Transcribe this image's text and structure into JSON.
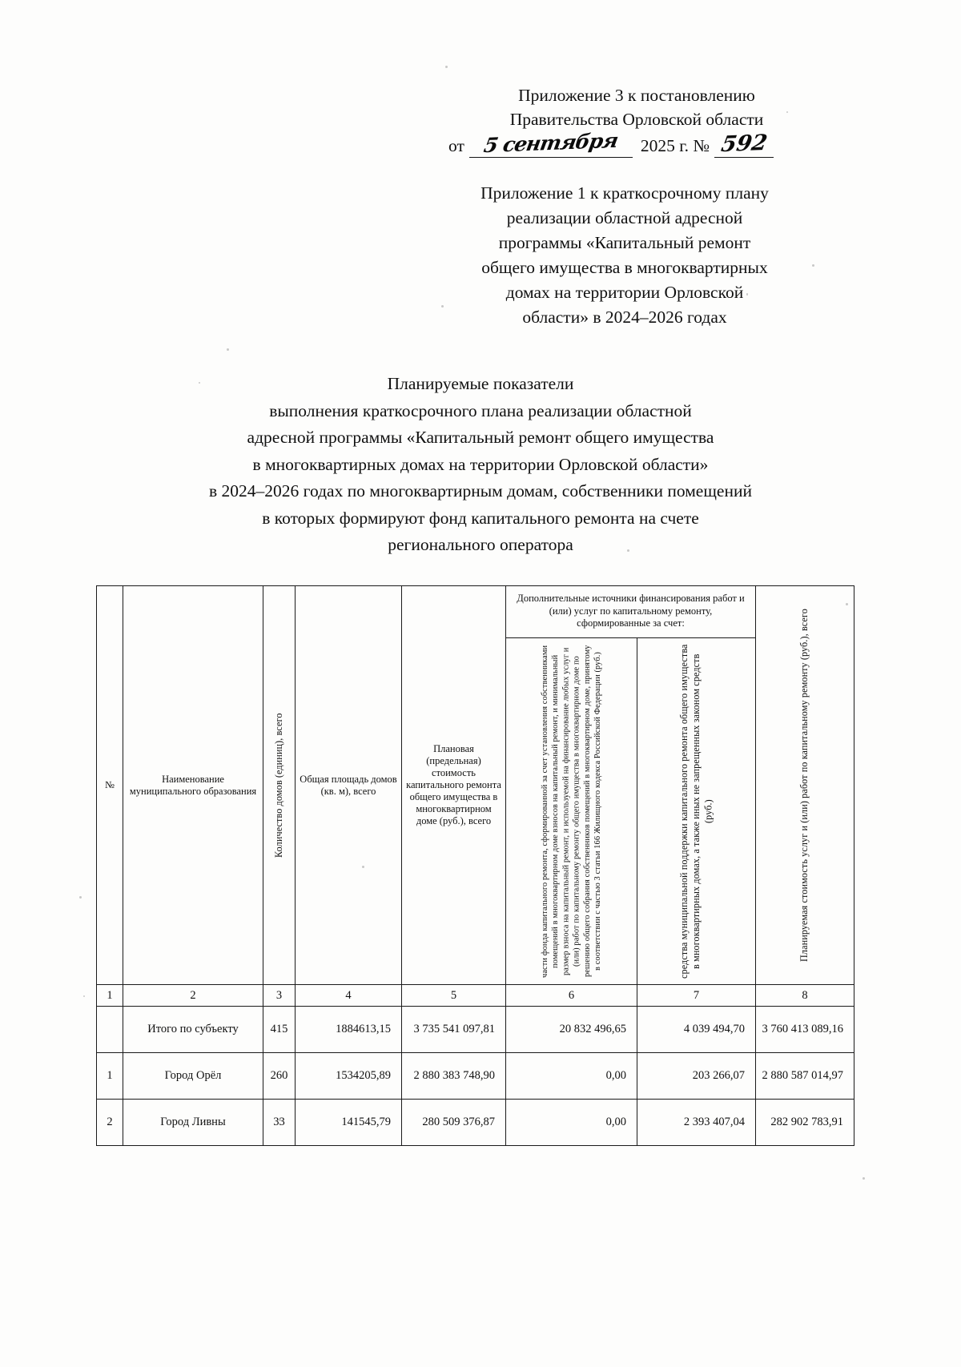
{
  "appendix_ref": {
    "line1": "Приложение 3 к постановлению",
    "line2": "Правительства Орловской области",
    "from_label": "от",
    "handwritten_date": "5 сентября",
    "year_label": "2025 г. №",
    "handwritten_number": "592"
  },
  "appendix_sub": {
    "line1": "Приложение 1 к краткосрочному плану",
    "line2": "реализации областной адресной",
    "line3": "программы «Капитальный ремонт",
    "line4": "общего имущества в многоквартирных",
    "line5": "домах на территории Орловской",
    "line6": "области» в 2024–2026 годах"
  },
  "doc_title": {
    "line1": "Планируемые показатели",
    "line2": "выполнения краткосрочного плана реализации областной",
    "line3": "адресной программы «Капитальный ремонт общего имущества",
    "line4": "в многоквартирных домах на территории Орловской области»",
    "line5": "в 2024–2026 годах по многоквартирным домам, собственники помещений",
    "line6": "в которых формируют фонд капитального ремонта на счете",
    "line7": "регионального оператора"
  },
  "table": {
    "group_header": "Дополнительные источники финансирования работ и (или) услуг по капитальному ремонту, сформированные за счет:",
    "headers": {
      "col1": "№",
      "col2": "Наименование муниципального образования",
      "col3": "Количество домов (единиц), всего",
      "col4": "Общая площадь домов (кв. м), всего",
      "col5": "Плановая (предельная) стоимость капитального ремонта общего имущества в многоквартирном доме (руб.), всего",
      "col6": "части фонда капитального ремонта, сформированной за счет установления собственниками помещений в многоквартирном доме взносов на капитальный ремонт, и минимальный размер взноса на капитальный ремонт, и используемой на финансирование любых услуг и (или) работ по капитальному ремонту общего имущества в многоквартирном доме по решению общего собрания собственников помещений в многоквартирном доме, принятому в соответствии с частью 3 статьи 166 Жилищного кодекса Российской Федерации (руб.)",
      "col7": "средства муниципальной поддержки капитального ремонта общего имущества в многоквартирных домах, а также иных не запрещенных законом средств (руб.)",
      "col8": "Планируемая стоимость услуг и (или) работ по капитальному ремонту (руб.), всего"
    },
    "column_numbers": [
      "1",
      "2",
      "3",
      "4",
      "5",
      "6",
      "7",
      "8"
    ],
    "rows": [
      {
        "num": "",
        "name": "Итого по субъекту",
        "houses": "415",
        "area": "1884613,15",
        "planned_cost": "3 735 541 097,81",
        "fund_part": "20 832 496,65",
        "municipal_support": "4 039 494,70",
        "total": "3 760 413 089,16"
      },
      {
        "num": "1",
        "name": "Город Орёл",
        "houses": "260",
        "area": "1534205,89",
        "planned_cost": "2 880 383 748,90",
        "fund_part": "0,00",
        "municipal_support": "203 266,07",
        "total": "2 880 587 014,97"
      },
      {
        "num": "2",
        "name": "Город Ливны",
        "houses": "33",
        "area": "141545,79",
        "planned_cost": "280 509 376,87",
        "fund_part": "0,00",
        "municipal_support": "2 393 407,04",
        "total": "282 902 783,91"
      }
    ]
  }
}
